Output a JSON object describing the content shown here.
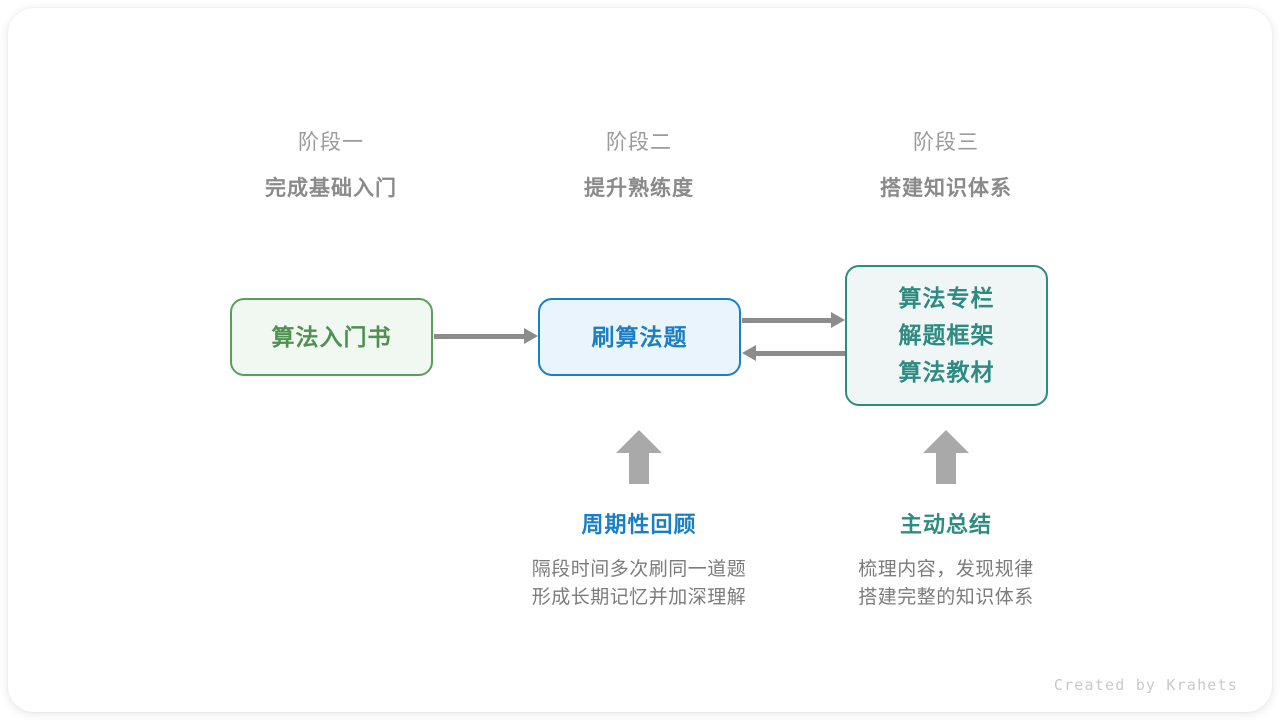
{
  "diagram": {
    "stages": [
      {
        "index": "阶段一",
        "title": "完成基础入门"
      },
      {
        "index": "阶段二",
        "title": "提升熟练度"
      },
      {
        "index": "阶段三",
        "title": "搭建知识体系"
      }
    ],
    "nodes": [
      {
        "id": "node-intro-book",
        "lines": [
          "算法入门书"
        ],
        "color": "#4f9150",
        "border": "#5a9e5a",
        "fill": "#f1f8f1"
      },
      {
        "id": "node-practice",
        "lines": [
          "刷算法题"
        ],
        "color": "#1b7fc6",
        "border": "#1a7fc4",
        "fill": "#eaf4fc"
      },
      {
        "id": "node-resources",
        "lines": [
          "算法专栏",
          "解题框架",
          "算法教材"
        ],
        "color": "#2e8b82",
        "border": "#2e8b82",
        "fill": "#eff6f5"
      }
    ],
    "annotations": [
      {
        "id": "annotation-review",
        "title": "周期性回顾",
        "title_color": "#1b7fc6",
        "desc_lines": [
          "隔段时间多次刷同一道题",
          "形成长期记忆并加深理解"
        ]
      },
      {
        "id": "annotation-summary",
        "title": "主动总结",
        "title_color": "#2e8b82",
        "desc_lines": [
          "梳理内容，发现规律",
          "搭建完整的知识体系"
        ]
      }
    ],
    "arrow_color": "#8c8c8c",
    "up_arrow_color": "#a9a9a9"
  },
  "credit": "Created by Krahets"
}
